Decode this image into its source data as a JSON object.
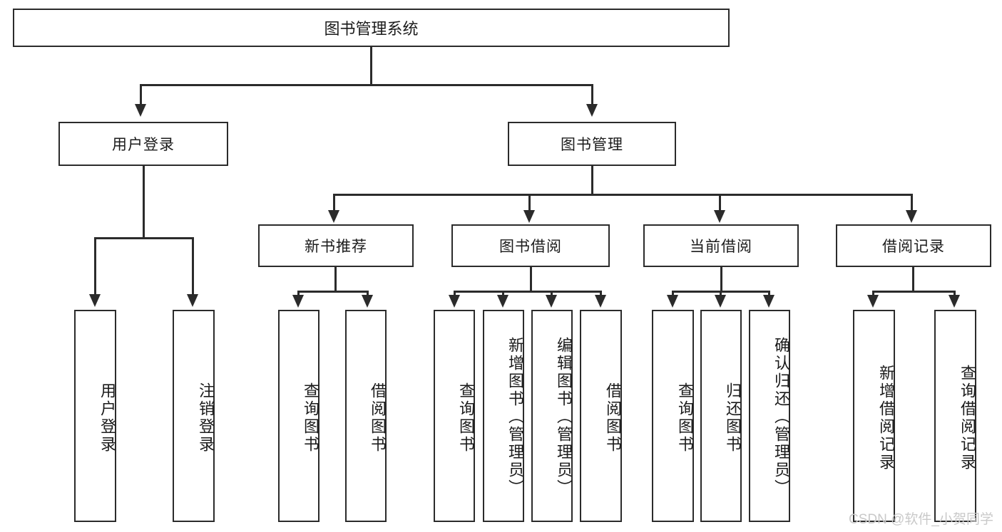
{
  "diagram": {
    "title": "图书管理系统",
    "watermark": "CSDN @软件_小贺同学",
    "colors": {
      "line": "#2b2b2b",
      "text": "#1b1b1b",
      "background": "#ffffff",
      "watermark": "#c9c9c9"
    },
    "levels": {
      "level1": [
        {
          "label": "图书管理系统"
        }
      ],
      "level2": [
        {
          "label": "用户登录"
        },
        {
          "label": "图书管理"
        }
      ],
      "level3": [
        {
          "label": "新书推荐"
        },
        {
          "label": "图书借阅"
        },
        {
          "label": "当前借阅"
        },
        {
          "label": "借阅记录"
        }
      ],
      "level4": [
        {
          "label": "用户登录",
          "parent": "用户登录"
        },
        {
          "label": "注销登录",
          "parent": "用户登录"
        },
        {
          "label": "查询图书",
          "parent": "新书推荐"
        },
        {
          "label": "借阅图书",
          "parent": "新书推荐"
        },
        {
          "label": "查询图书",
          "parent": "图书借阅"
        },
        {
          "label": "新增图书（管理员）",
          "parent": "图书借阅"
        },
        {
          "label": "编辑图书（管理员）",
          "parent": "图书借阅"
        },
        {
          "label": "借阅图书",
          "parent": "图书借阅"
        },
        {
          "label": "查询图书",
          "parent": "当前借阅"
        },
        {
          "label": "归还图书",
          "parent": "当前借阅"
        },
        {
          "label": "确认归还（管理员）",
          "parent": "当前借阅"
        },
        {
          "label": "新增借阅记录",
          "parent": "借阅记录"
        },
        {
          "label": "查询借阅记录",
          "parent": "借阅记录"
        }
      ]
    }
  }
}
